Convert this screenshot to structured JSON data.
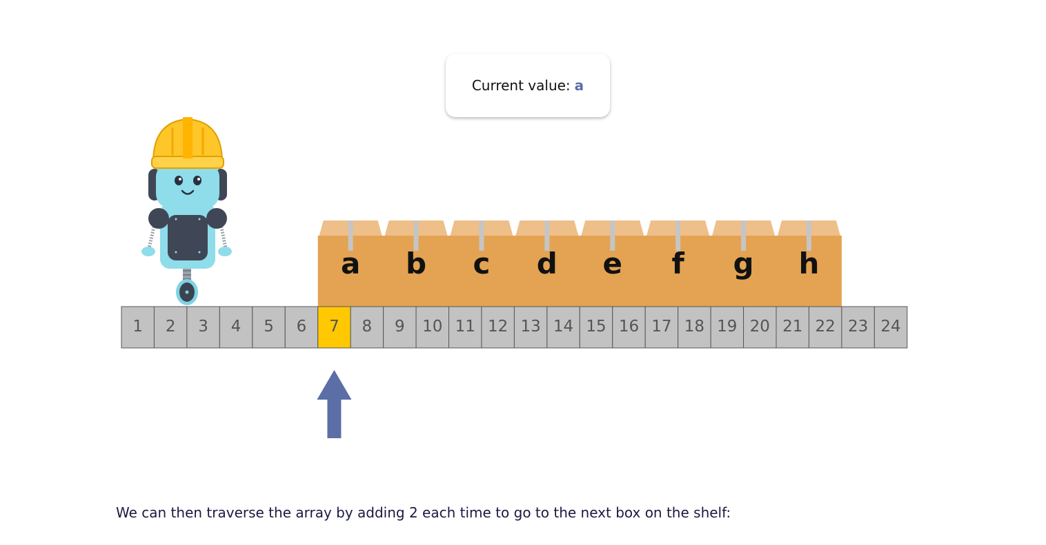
{
  "current_value": {
    "label": "Current value:",
    "value": "a",
    "value_color": "#5b6ea6"
  },
  "shelf": {
    "slots": [
      "1",
      "2",
      "3",
      "4",
      "5",
      "6",
      "7",
      "8",
      "9",
      "10",
      "11",
      "12",
      "13",
      "14",
      "15",
      "16",
      "17",
      "18",
      "19",
      "20",
      "21",
      "22",
      "23",
      "24"
    ],
    "highlighted_slot": "7",
    "slot_color": "#c2c2c2",
    "highlight_color": "#ffc800"
  },
  "boxes": {
    "labels": [
      "a",
      "b",
      "c",
      "d",
      "e",
      "f",
      "g",
      "h"
    ],
    "color": "#e4a352",
    "lid_color": "#eebf89",
    "tape_color": "#c5c5c5"
  },
  "pointer": {
    "icon": "up-arrow-icon",
    "color": "#5b6ea6"
  },
  "caption": "We can then traverse the array by adding 2 each time to go to the next box on the shelf:"
}
